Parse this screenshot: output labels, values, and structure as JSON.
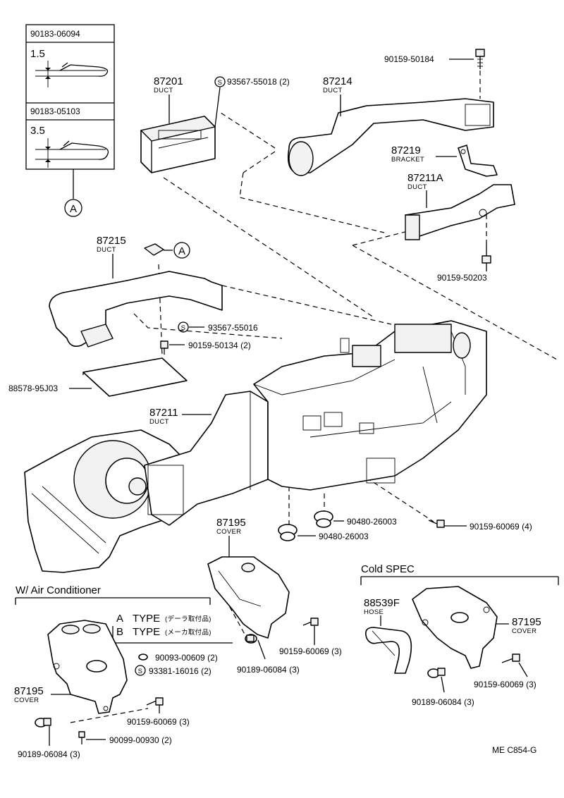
{
  "inset": {
    "clip_a": {
      "part_no": "90183-06094",
      "dim": "1.5"
    },
    "clip_b": {
      "part_no": "90183-05103",
      "dim": "3.5"
    },
    "ref_letter": "A"
  },
  "parts": {
    "p90159_50184": "90159-50184",
    "p87201": {
      "num": "87201",
      "name": "DUCT"
    },
    "p93567_55018": "93567-55018 (2)",
    "p87214": {
      "num": "87214",
      "name": "DUCT"
    },
    "p87219": {
      "num": "87219",
      "name": "BRACKET"
    },
    "p87211A": {
      "num": "87211A",
      "name": "DUCT"
    },
    "p90159_50203": "90159-50203",
    "p87215": {
      "num": "87215",
      "name": "DUCT"
    },
    "ref_A": "A",
    "p93567_55016": "93567-55016",
    "p90159_50134": "90159-50134 (2)",
    "p88578": "88578-95J03",
    "p87211": {
      "num": "87211",
      "name": "DUCT"
    },
    "p87195_top": {
      "num": "87195",
      "name": "COVER"
    },
    "p90480_a": "90480-26003",
    "p90480_b": "90480-26003",
    "p90159_60069_4": "90159-60069 (4)",
    "s_mark": "S"
  },
  "ac_section": {
    "title": "W/ Air Conditioner",
    "type_a_letter": "A",
    "type_a_word": "TYPE",
    "type_a_note": "(デーラ取付品)",
    "type_b_letter": "B",
    "type_b_word": "TYPE",
    "type_b_note": "(メーカ取付品)",
    "p90093": "90093-00609 (2)",
    "p93381": "93381-16016 (2)",
    "p87195": {
      "num": "87195",
      "name": "COVER"
    },
    "p90159_60069": "90159-60069 (3)",
    "p90189": "90189-06084 (3)",
    "p90099": "90099-00930 (2)"
  },
  "center_lower": {
    "p90189": "90189-06084 (3)",
    "p90159": "90159-60069 (3)"
  },
  "cold_spec": {
    "title": "Cold SPEC",
    "p88539F": {
      "num": "88539F",
      "name": "HOSE"
    },
    "p87195": {
      "num": "87195",
      "name": "COVER"
    },
    "p90159": "90159-60069 (3)",
    "p90189": "90189-06084 (3)"
  },
  "figure_code": "ME  C854-G"
}
